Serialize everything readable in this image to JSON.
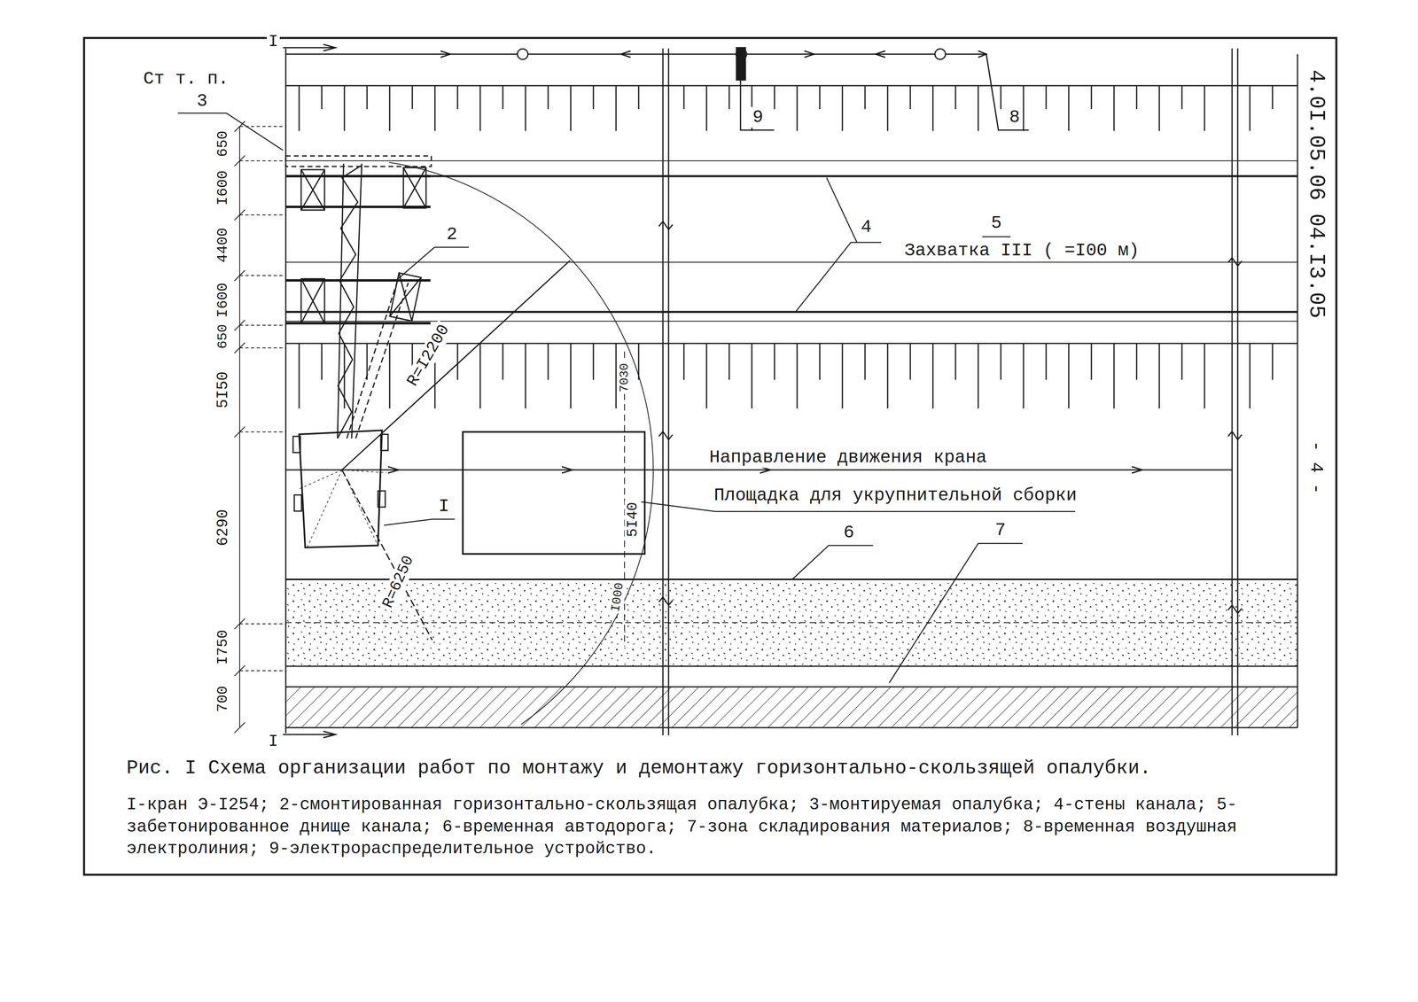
{
  "diagram": {
    "caption": "Рис. I Схема организации работ по монтажу и демонтажу горизонтально-скользящей опалубки.",
    "labels": [
      "Ст т. п.",
      "3",
      "2",
      "4",
      "5",
      "Захватка III ( =I00 м)",
      "Направление движения крана",
      "Площадка для укрупнительной сборки",
      "6",
      "7",
      "8",
      "9",
      "I",
      "R=I2200",
      "R=6250",
      "7030",
      "5I40",
      "I000",
      "I",
      "I",
      "650",
      "I600",
      "4400",
      "I600",
      "650",
      "5I50",
      "6290",
      "I750",
      "700",
      "4.0I.05.06 04.I3.05",
      "- 4 -",
      "I-кран Э-I254; 2-смонтированная горизонтально-скользящая опалубка; 3-монтируемая опалубка; 4-стены канала; 5-забетонированное днище канала; 6-временная автодорога; 7-зона складирования материалов; 8-временная воздушная электролиния; 9-электрораспределительное устройство."
    ]
  }
}
